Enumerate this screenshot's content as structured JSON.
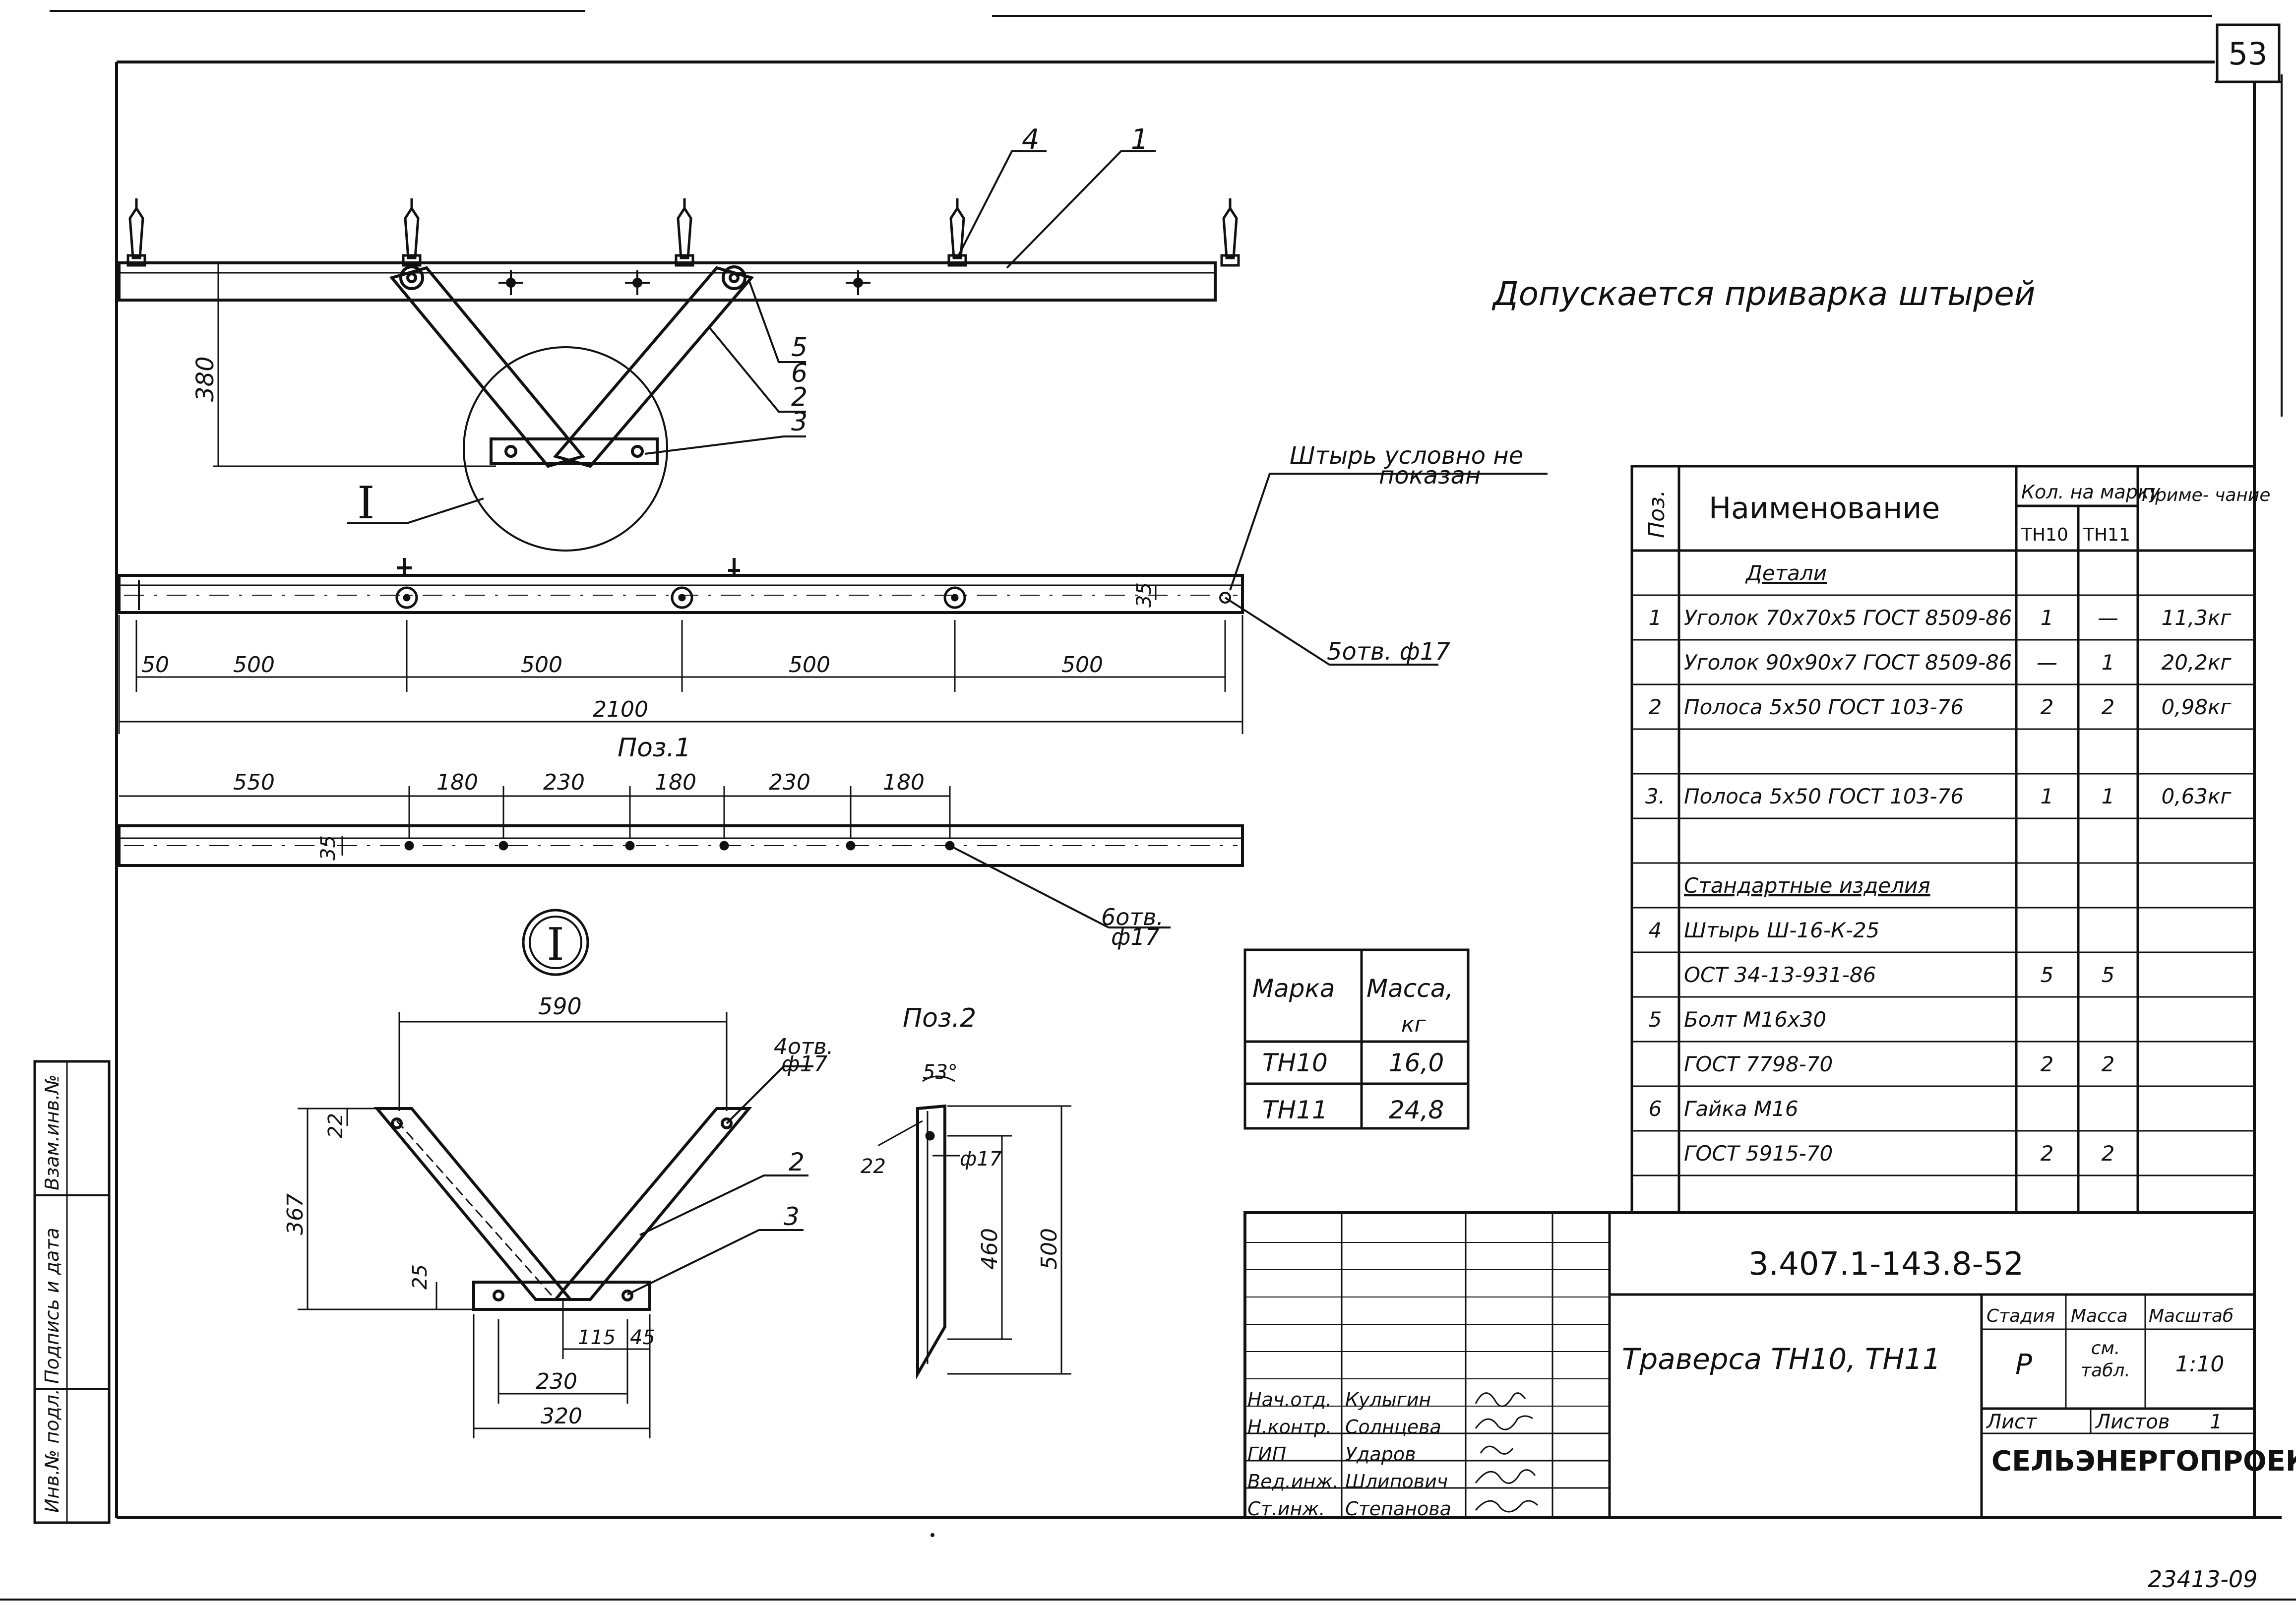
{
  "sheet": {
    "page_number": "53",
    "note": "Допускается приварка штырей",
    "stamp_number": "23413-09"
  },
  "drawing": {
    "leaders_top": [
      "4",
      "1",
      "5",
      "6",
      "2",
      "3"
    ],
    "callout_detail": "I",
    "pin_note_line1": "Штырь условно не",
    "pin_note_line2": "показан",
    "dim_height": "380",
    "pos1": {
      "title": "Поз.1",
      "dims": [
        "50",
        "500",
        "500",
        "500",
        "500",
        "2100",
        "35"
      ],
      "holes": "5отв. ф17"
    },
    "bar2": {
      "dims": [
        "550",
        "180",
        "230",
        "180",
        "230",
        "180",
        "35"
      ],
      "holes_l1": "6отв.",
      "holes_l2": "ф17"
    },
    "detail": {
      "label": "I",
      "dims": [
        "590",
        "367",
        "22",
        "25",
        "115",
        "45",
        "230",
        "320"
      ],
      "holes_l1": "4отв.",
      "holes_l2": "ф17",
      "leader2": "2",
      "leader3": "3"
    },
    "pos2": {
      "title": "Поз.2",
      "angle": "53°",
      "dims": [
        "22",
        "460",
        "500"
      ],
      "hole": "ф17"
    }
  },
  "mass_table": {
    "headers": [
      "Марка",
      "Масса,",
      "кг"
    ],
    "rows": [
      [
        "ТН10",
        "16,0"
      ],
      [
        "ТН11",
        "24,8"
      ]
    ]
  },
  "spec_table": {
    "h_pos": "Поз.",
    "h_name": "Наименование",
    "h_qty": "Кол. на марку",
    "h_q1": "ТН10",
    "h_q2": "ТН11",
    "h_note": "Приме- чание",
    "rows": [
      {
        "pos": "",
        "name": "Детали",
        "q1": "",
        "q2": "",
        "note": ""
      },
      {
        "pos": "1",
        "name": "Уголок 70х70х5 ГОСТ 8509-86",
        "q1": "1",
        "q2": "—",
        "note": "11,3кг"
      },
      {
        "pos": "",
        "name": "Уголок 90х90х7 ГОСТ 8509-86",
        "q1": "—",
        "q2": "1",
        "note": "20,2кг"
      },
      {
        "pos": "2",
        "name": "Полоса 5х50 ГОСТ 103-76",
        "q1": "2",
        "q2": "2",
        "note": "0,98кг"
      },
      {
        "pos": "",
        "name": "",
        "q1": "",
        "q2": "",
        "note": ""
      },
      {
        "pos": "3.",
        "name": "Полоса 5х50 ГОСТ 103-76",
        "q1": "1",
        "q2": "1",
        "note": "0,63кг"
      },
      {
        "pos": "",
        "name": "",
        "q1": "",
        "q2": "",
        "note": ""
      },
      {
        "pos": "",
        "name": "Стандартные изделия",
        "q1": "",
        "q2": "",
        "note": ""
      },
      {
        "pos": "4",
        "name": "Штырь Ш-16-К-25",
        "q1": "",
        "q2": "",
        "note": ""
      },
      {
        "pos": "",
        "name": "ОСТ 34-13-931-86",
        "q1": "5",
        "q2": "5",
        "note": ""
      },
      {
        "pos": "5",
        "name": "Болт М16х30",
        "q1": "",
        "q2": "",
        "note": ""
      },
      {
        "pos": "",
        "name": "ГОСТ 7798-70",
        "q1": "2",
        "q2": "2",
        "note": ""
      },
      {
        "pos": "6",
        "name": "Гайка М16",
        "q1": "",
        "q2": "",
        "note": ""
      },
      {
        "pos": "",
        "name": "ГОСТ 5915-70",
        "q1": "2",
        "q2": "2",
        "note": ""
      }
    ]
  },
  "title_block": {
    "doc_code": "3.407.1-143.8-52",
    "title": "Траверса ТН10, ТН11",
    "stage_label": "Стадия",
    "stage": "Р",
    "mass_label": "Масса",
    "mass_l1": "см.",
    "mass_l2": "табл.",
    "scale_label": "Масштаб",
    "scale": "1:10",
    "sheet_label": "Лист",
    "sheets_label": "Листов",
    "sheets": "1",
    "org": "СЕЛЬЭНЕРГОПРОЕКТ",
    "roles": [
      {
        "role": "Нач.отд.",
        "name": "Кулыгин"
      },
      {
        "role": "Н.контр.",
        "name": "Солнцева"
      },
      {
        "role": "ГИП",
        "name": "Ударов"
      },
      {
        "role": "Вед.инж.",
        "name": "Шлипович"
      },
      {
        "role": "Ст.инж.",
        "name": "Степанова"
      }
    ]
  },
  "margin_labels": [
    "Инв.№ подл.",
    "Подпись и дата",
    "Взам.инв.№"
  ]
}
